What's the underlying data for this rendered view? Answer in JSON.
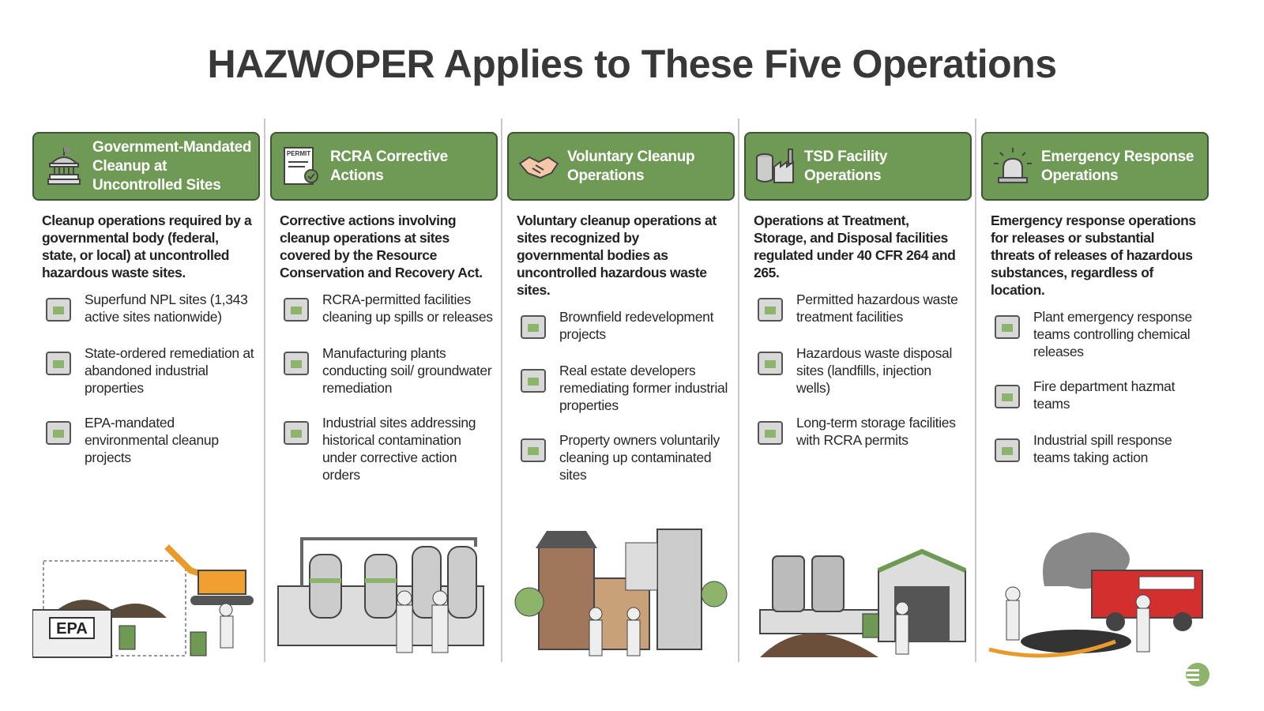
{
  "title": "HAZWOPER Applies to These Five Operations",
  "columns": [
    {
      "header": "Government-Mandated Cleanup at Uncontrolled Sites",
      "description": "Cleanup operations required by a governmental body (federal, state, or local) at uncontrolled hazardous waste sites.",
      "items": [
        {
          "icon": "house-icon",
          "text": "Superfund NPL sites (1,343 active sites nationwide)"
        },
        {
          "icon": "factory-icon",
          "text": "State-ordered remediation at abandoned industrial properties"
        },
        {
          "icon": "warning-icon",
          "text": "EPA-mandated environmental cleanup projects"
        }
      ],
      "illustration_label": "EPA"
    },
    {
      "header": "RCRA Corrective Actions",
      "header_icon_label": "PERMIT",
      "description": "Corrective actions involving cleanup operations at sites covered by the Resource Conservation and Recovery Act.",
      "items": [
        {
          "icon": "test-tube-icon",
          "text": "RCRA-permitted facilities cleaning up spills or releases"
        },
        {
          "icon": "drill-rig-icon",
          "text": "Manufacturing plants conducting soil/ groundwater remediation"
        },
        {
          "icon": "clipboard-icon",
          "text": "Industrial sites addressing historical contamination under corrective action orders"
        }
      ]
    },
    {
      "header": "Voluntary Cleanup Operations",
      "description": "Voluntary cleanup operations at sites recognized by governmental bodies as uncontrolled hazardous waste sites.",
      "items": [
        {
          "icon": "brownfield-icon",
          "text": "Brownfield redevelopment projects"
        },
        {
          "icon": "building-icon",
          "text": "Real estate developers remediating former industrial properties"
        },
        {
          "icon": "sprout-icon",
          "text": "Property owners voluntarily cleaning up contaminated sites"
        }
      ]
    },
    {
      "header": "TSD Facility Operations",
      "description": "Operations at Treatment, Storage, and Disposal facilities regulated under 40 CFR 264 and 265.",
      "items": [
        {
          "icon": "barrel-icon",
          "text": "Permitted hazardous waste treatment facilities"
        },
        {
          "icon": "trash-can-icon",
          "text": "Hazardous waste disposal sites (landfills, injection wells)"
        },
        {
          "icon": "storage-box-icon",
          "text": "Long-term storage facilities with RCRA permits"
        }
      ]
    },
    {
      "header": "Emergency Response Operations",
      "description": "Emergency response operations for releases or substantial threats of releases of hazardous substances, regardless of location.",
      "items": [
        {
          "icon": "alarm-light-icon",
          "text": "Plant emergency response teams controlling chemical releases"
        },
        {
          "icon": "fire-truck-icon",
          "text": "Fire department hazmat teams"
        },
        {
          "icon": "lightning-icon",
          "text": "Industrial spill response teams taking action"
        }
      ]
    }
  ],
  "colors": {
    "header_green": "#6f9a55",
    "header_border": "#3f5535",
    "accent": "#7aa35c"
  }
}
